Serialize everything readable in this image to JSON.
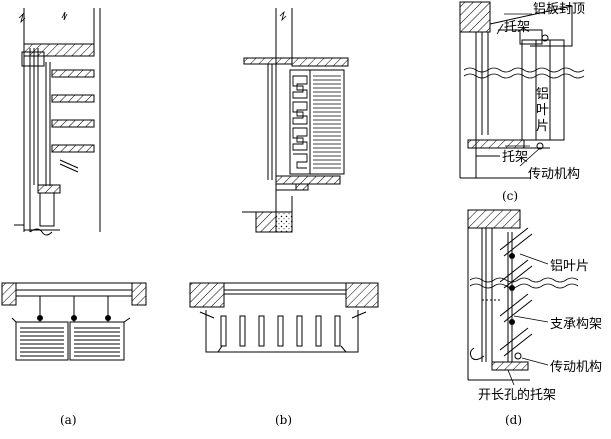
{
  "figure": {
    "captions": {
      "a": "(a)",
      "b": "(b)",
      "c": "(c)",
      "d": "(d)"
    },
    "labels_c": {
      "top_cover": "铝板封顶",
      "bracket_upper": "托架",
      "blade_char_1": "铝",
      "blade_char_2": "叶",
      "blade_char_3": "片",
      "bracket_lower": "托架",
      "drive": "传动机构"
    },
    "labels_d": {
      "blade": "铝叶片",
      "support_frame": "支承构架",
      "drive": "传动机构",
      "slotted_bracket": "开长孔的托架"
    },
    "colors": {
      "ink": "#000000",
      "background": "#ffffff"
    }
  }
}
